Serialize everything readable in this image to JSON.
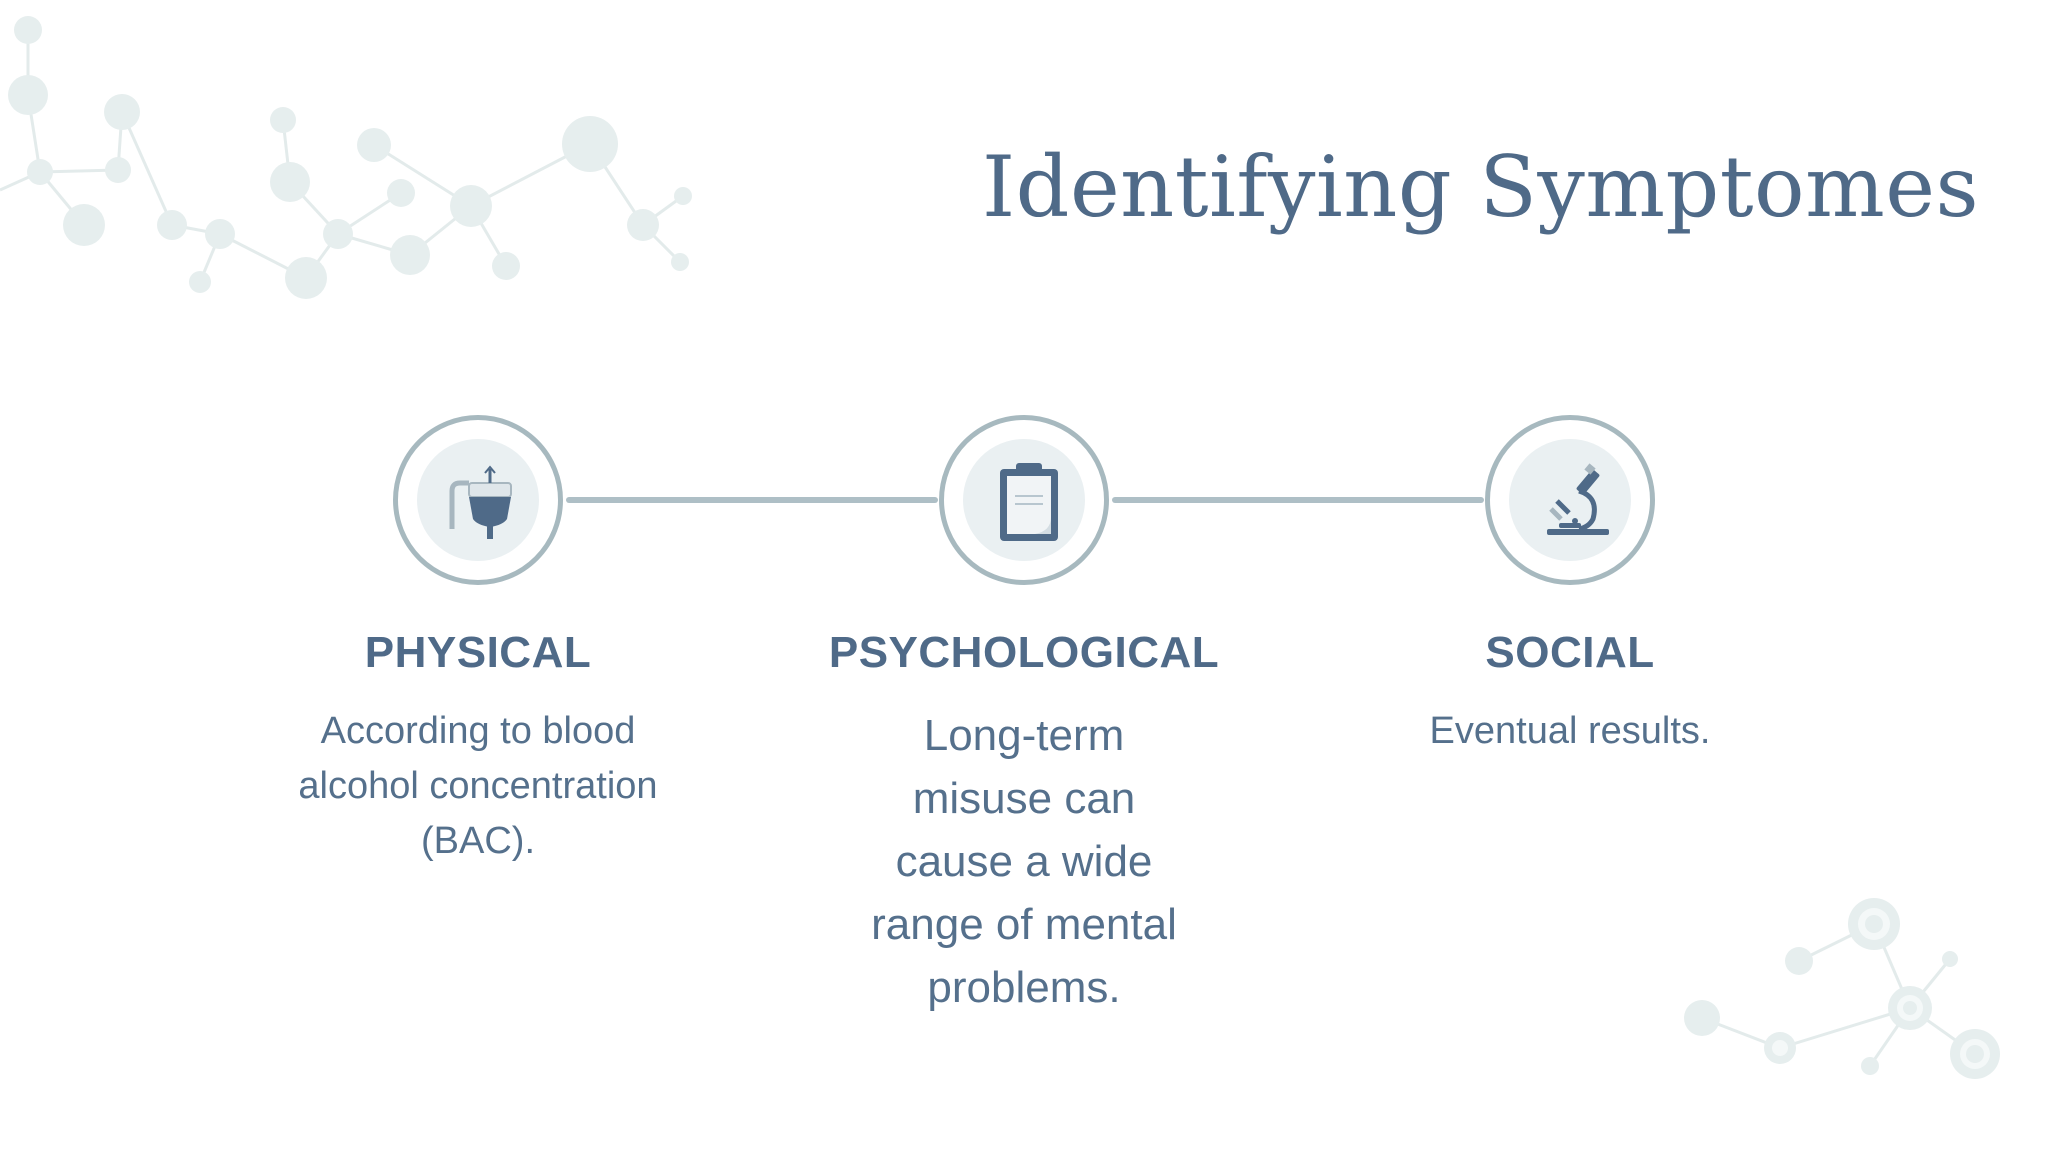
{
  "title": "Identifying Symptomes",
  "steps": [
    {
      "heading": "PHYSICAL",
      "text": "According to blood alcohol concentration (BAC).",
      "icon": "iv-bag-icon"
    },
    {
      "heading": "PSYCHOLOGICAL",
      "text": "Long-term misuse can cause a wide range of mental problems.",
      "icon": "clipboard-icon"
    },
    {
      "heading": "SOCIAL",
      "text": "Eventual results.",
      "icon": "microscope-icon"
    }
  ],
  "colors": {
    "primary_text": "#4f6a88",
    "icon_fill": "#4f6a88",
    "ring_border": "#a7b9bf",
    "connector": "#aebfc6",
    "decoration": "#e6eeee"
  }
}
